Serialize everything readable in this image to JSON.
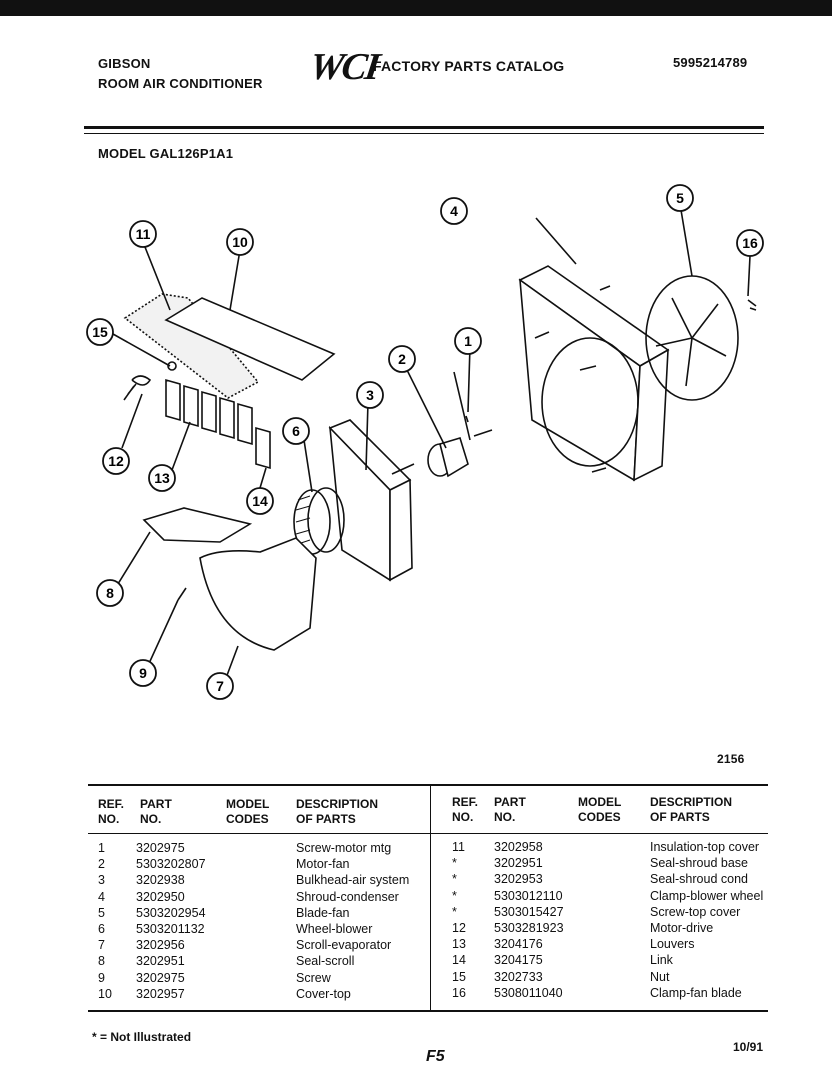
{
  "header": {
    "brand": "GIBSON",
    "product": "ROOM AIR CONDITIONER",
    "logo": "WCI",
    "catalog_title": "FACTORY PARTS CATALOG",
    "catalog_number": "5995214789",
    "model": "MODEL GAL126P1A1"
  },
  "diagram": {
    "figure_number": "2156",
    "callouts": [
      "1",
      "2",
      "3",
      "4",
      "5",
      "6",
      "7",
      "8",
      "9",
      "10",
      "11",
      "12",
      "13",
      "14",
      "15",
      "16"
    ]
  },
  "table": {
    "headers": {
      "ref": "REF.\nNO.",
      "part": "PART\nNO.",
      "model_codes": "MODEL\nCODES",
      "description": "DESCRIPTION\nOF PARTS"
    },
    "left_rows": [
      {
        "ref": "1",
        "part": "3202975",
        "desc": "Screw-motor mtg"
      },
      {
        "ref": "2",
        "part": "5303202807",
        "desc": "Motor-fan"
      },
      {
        "ref": "3",
        "part": "3202938",
        "desc": "Bulkhead-air system"
      },
      {
        "ref": "4",
        "part": "3202950",
        "desc": "Shroud-condenser"
      },
      {
        "ref": "5",
        "part": "5303202954",
        "desc": "Blade-fan"
      },
      {
        "ref": "6",
        "part": "5303201132",
        "desc": "Wheel-blower"
      },
      {
        "ref": "7",
        "part": "3202956",
        "desc": "Scroll-evaporator"
      },
      {
        "ref": "8",
        "part": "3202951",
        "desc": "Seal-scroll"
      },
      {
        "ref": "9",
        "part": "3202975",
        "desc": "Screw"
      },
      {
        "ref": "10",
        "part": "3202957",
        "desc": "Cover-top"
      }
    ],
    "right_rows": [
      {
        "ref": "11",
        "part": "3202958",
        "desc": "Insulation-top cover"
      },
      {
        "ref": "*",
        "part": "3202951",
        "desc": "Seal-shroud base"
      },
      {
        "ref": "*",
        "part": "3202953",
        "desc": "Seal-shroud cond"
      },
      {
        "ref": "*",
        "part": "5303012110",
        "desc": "Clamp-blower wheel"
      },
      {
        "ref": "*",
        "part": "5303015427",
        "desc": "Screw-top cover"
      },
      {
        "ref": "12",
        "part": "5303281923",
        "desc": "Motor-drive"
      },
      {
        "ref": "13",
        "part": "3204176",
        "desc": "Louvers"
      },
      {
        "ref": "14",
        "part": "3204175",
        "desc": "Link"
      },
      {
        "ref": "15",
        "part": "3202733",
        "desc": "Nut"
      },
      {
        "ref": "16",
        "part": "5308011040",
        "desc": "Clamp-fan blade"
      }
    ]
  },
  "footer": {
    "note": "* = Not Illustrated",
    "page": "F5",
    "date": "10/91"
  }
}
